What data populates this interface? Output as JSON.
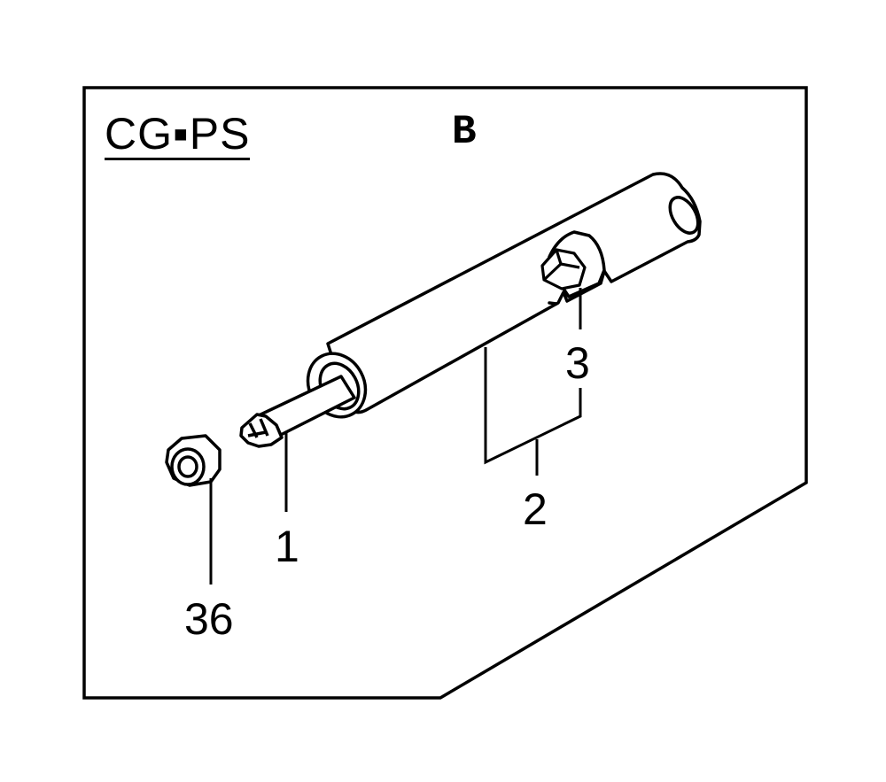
{
  "header": {
    "variant_label": "CG▪PS",
    "section_letter": "B"
  },
  "callouts": {
    "part_1": "1",
    "part_2": "2",
    "part_3": "3",
    "part_36": "36"
  },
  "colors": {
    "line": "#000000",
    "background": "#ffffff"
  }
}
